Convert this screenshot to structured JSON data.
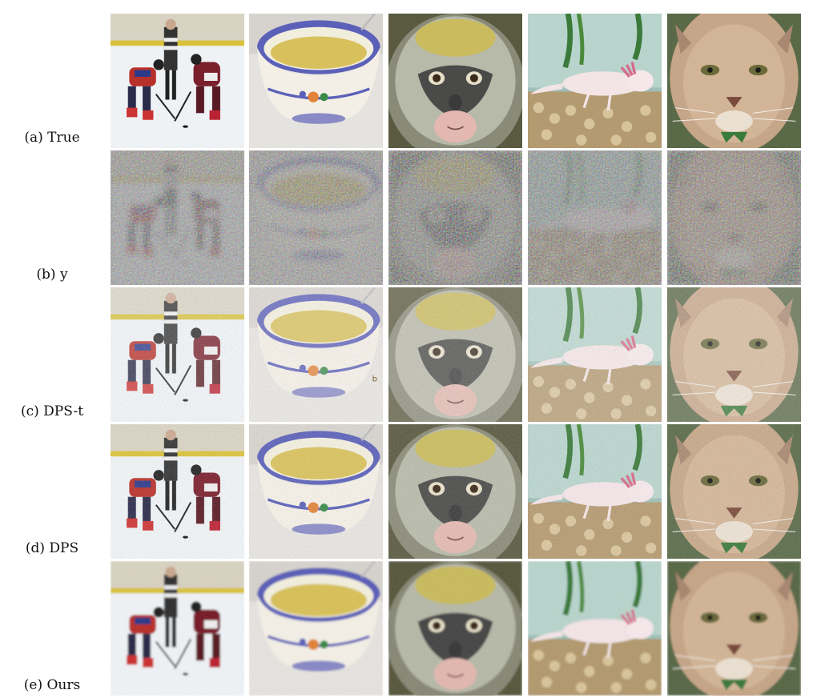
{
  "figure": {
    "rows": [
      {
        "label": "(a) True",
        "kind": "clean"
      },
      {
        "label": "(b) y",
        "kind": "noisy"
      },
      {
        "label": "(c) DPS-t",
        "kind": "dps_t"
      },
      {
        "label": "(d) DPS",
        "kind": "dps"
      },
      {
        "label": "(e) Ours",
        "kind": "ours"
      }
    ],
    "columns": [
      "hockey",
      "soup",
      "monkey",
      "axolotl",
      "cougar"
    ],
    "stamp_text": "b"
  }
}
